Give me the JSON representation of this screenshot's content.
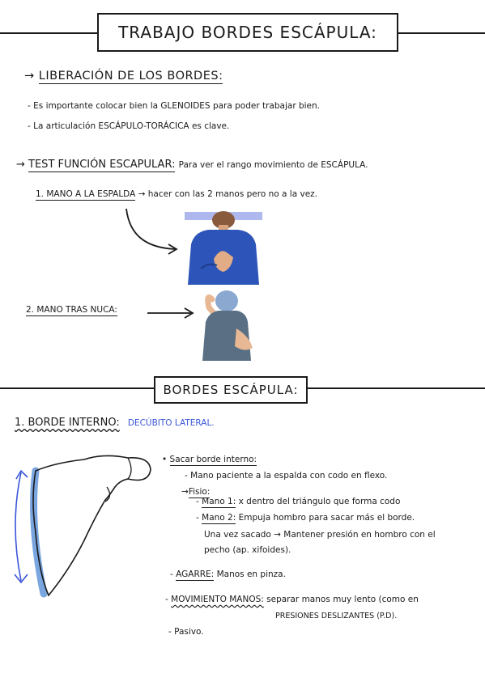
{
  "title": "TRABAJO BORDES ESCÁPULA:",
  "liberacion": {
    "heading": "LIBERACIÓN DE LOS BORDES:",
    "bullets": [
      "Es importante colocar bien la GLENOIDES para poder trabajar bien.",
      "La articulación ESCÁPULO-TORÁCICA es clave."
    ]
  },
  "test": {
    "heading": "TEST FUNCIÓN ESCAPULAR:",
    "heading_desc": "Para ver el rango movimiento de ESCÁPULA.",
    "item1_label": "1. MANO A LA ESPALDA",
    "item1_desc": "hacer con las 2 manos pero no a la vez.",
    "item2_label": "2. MANO TRAS NUCA:"
  },
  "section2_title": "BORDES ESCÁPULA:",
  "borde": {
    "heading": "1. BORDE INTERNO:",
    "position": "DECÚBITO LATERAL.",
    "sacar": "Sacar borde interno:",
    "mano_paciente": "Mano paciente a la espalda con codo en flexo.",
    "fisio": "Fisio:",
    "mano1_label": "Mano 1:",
    "mano1_text": "x dentro del triángulo que forma codo",
    "mano2_label": "Mano 2:",
    "mano2_text": "Empuja hombro para sacar más el borde.",
    "una_vez": "Una vez sacado → Mantener presión en hombro con el",
    "pecho": "pecho (ap. xifoides).",
    "agarre_label": "AGARRE:",
    "agarre_text": "Manos en pinza.",
    "movimiento_label": "MOVIMIENTO MANOS:",
    "movimiento_text": "separar manos muy lento (como en",
    "presiones": "PRESIONES DESLIZANTES (P.D).",
    "pasivo": "Pasivo."
  }
}
